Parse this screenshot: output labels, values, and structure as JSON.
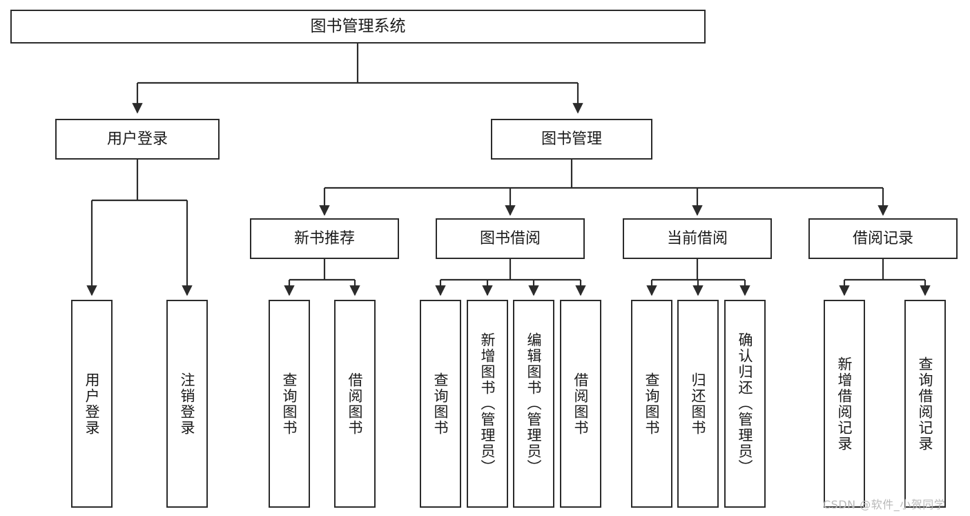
{
  "diagram": {
    "type": "tree",
    "title": "图书管理系统",
    "colors": {
      "stroke": "#2b2b2b",
      "fill": "#ffffff",
      "text": "#1a1a1a",
      "watermark": "#b9b9b9"
    },
    "root": {
      "label": "图书管理系统"
    },
    "level1": [
      {
        "label": "用户登录"
      },
      {
        "label": "图书管理"
      }
    ],
    "level2": [
      {
        "label": "新书推荐"
      },
      {
        "label": "图书借阅"
      },
      {
        "label": "当前借阅"
      },
      {
        "label": "借阅记录"
      }
    ],
    "leaves": {
      "user_login": [
        {
          "label": "用户登录"
        },
        {
          "label": "注销登录"
        }
      ],
      "new_book_recommend": [
        {
          "label": "查询图书"
        },
        {
          "label": "借阅图书"
        }
      ],
      "book_borrow": [
        {
          "label": "查询图书"
        },
        {
          "label": "新增图书（管理员）"
        },
        {
          "label": "编辑图书（管理员）"
        },
        {
          "label": "借阅图书"
        }
      ],
      "current_borrow": [
        {
          "label": "查询图书"
        },
        {
          "label": "归还图书"
        },
        {
          "label": "确认归还（管理员）"
        }
      ],
      "borrow_record": [
        {
          "label": "新增借阅记录"
        },
        {
          "label": "查询借阅记录"
        }
      ]
    }
  },
  "watermark": {
    "text": "CSDN @软件_小贺同学"
  }
}
